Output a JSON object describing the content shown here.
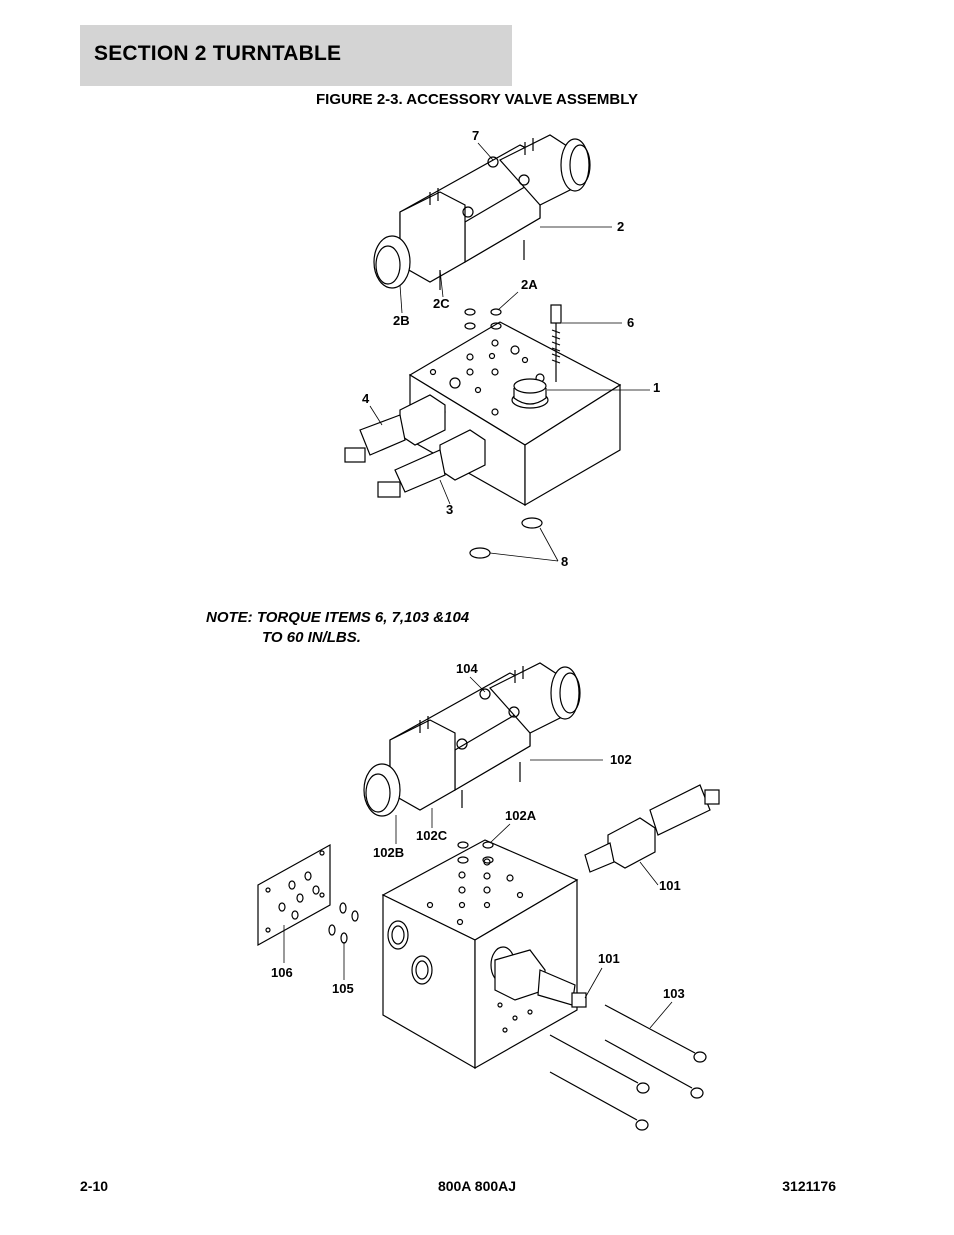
{
  "header": {
    "section": "SECTION 2   TURNTABLE"
  },
  "figure": {
    "title": "FIGURE 2-3. ACCESSORY VALVE ASSEMBLY"
  },
  "note": {
    "line1": "NOTE: TORQUE ITEMS 6, 7,103 &104",
    "line2": "TO 60 IN/LBS."
  },
  "labels": {
    "top": [
      "7",
      "2",
      "2A",
      "2C",
      "2B",
      "6",
      "1",
      "4",
      "3",
      "8"
    ],
    "bottom": [
      "104",
      "102",
      "102A",
      "102C",
      "102B",
      "101",
      "106",
      "105",
      "101",
      "103"
    ]
  },
  "footer": {
    "page": "2-10",
    "model": "800A 800AJ",
    "doc": "3121176"
  }
}
